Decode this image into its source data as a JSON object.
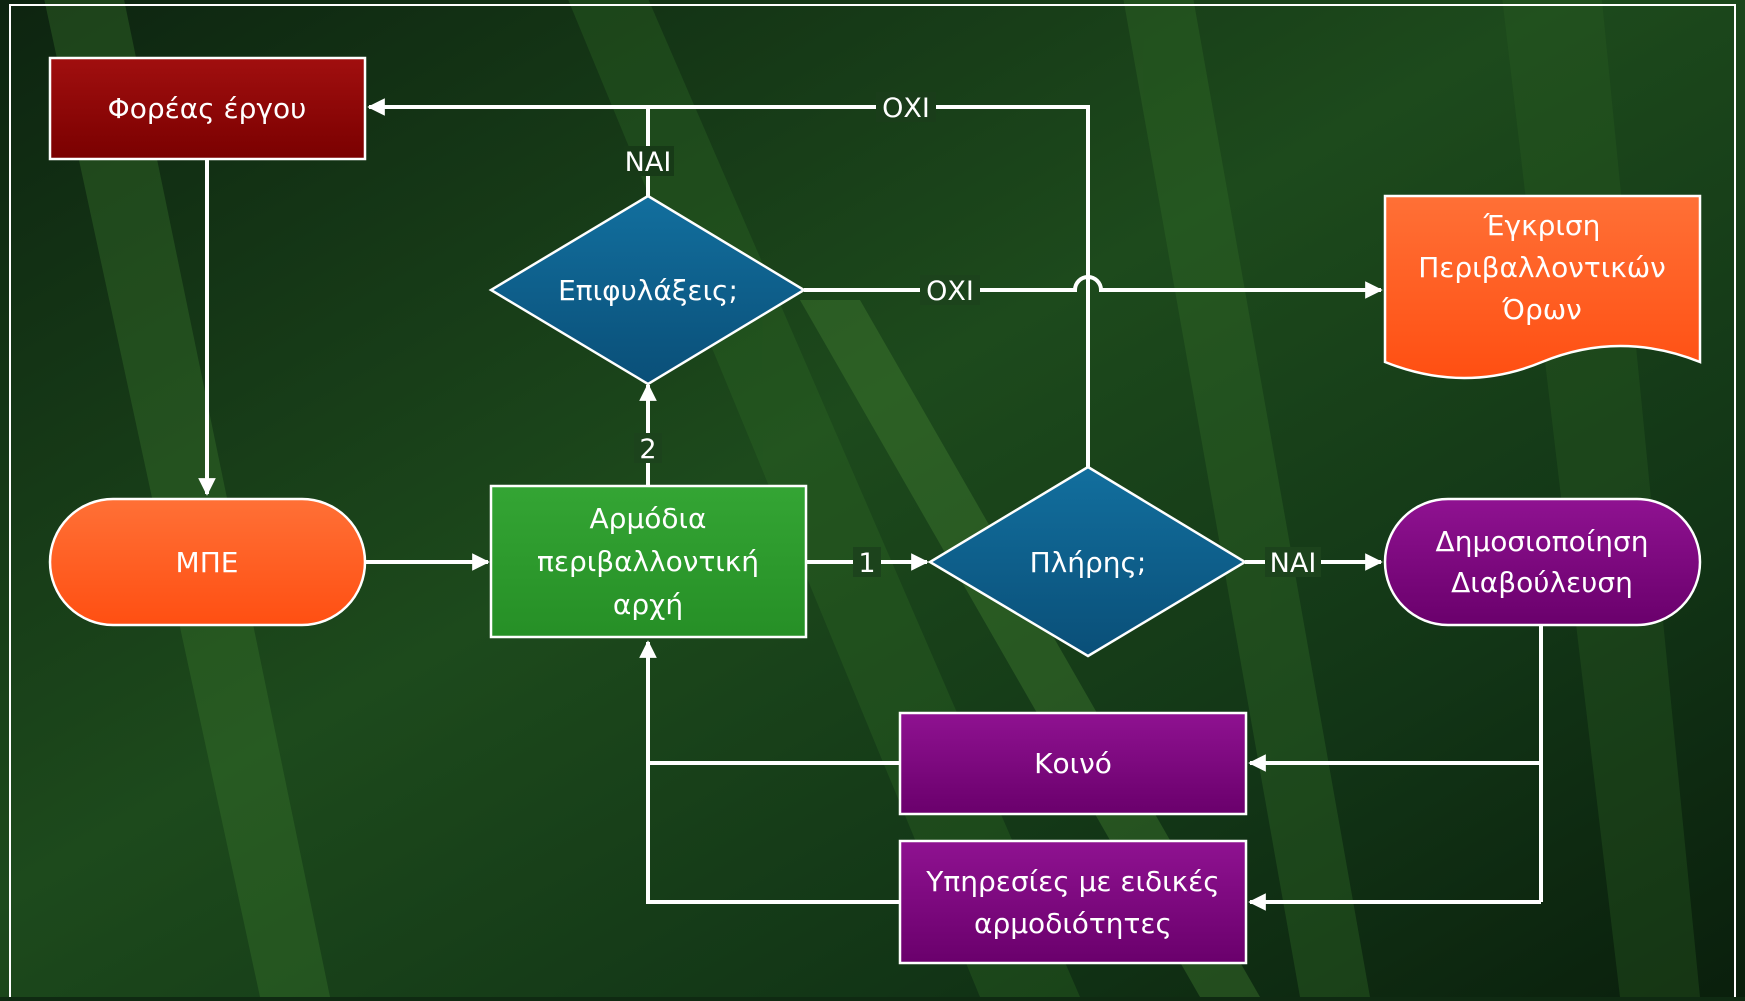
{
  "nodes": {
    "foreas": {
      "label": "Φορέας έργου",
      "color": "#8B0000"
    },
    "mpe": {
      "label": "ΜΠΕ",
      "color": "#FF5A1F"
    },
    "armodia": {
      "lines": [
        "Αρμόδια",
        "περιβαλλοντική",
        "αρχή"
      ],
      "color": "#2E9B2E"
    },
    "epifylaxeis": {
      "label": "Επιφυλάξεις;",
      "color": "#0B5E8C"
    },
    "plires": {
      "label": "Πλήρης;",
      "color": "#0B5E8C"
    },
    "egkrisi": {
      "lines": [
        "Έγκριση",
        "Περιβαλλοντικών",
        "Όρων"
      ],
      "color": "#FF5A1F"
    },
    "dimosiopoiisi": {
      "lines": [
        "Δημοσιοποίηση",
        "Διαβούλευση"
      ],
      "color": "#800080"
    },
    "koino": {
      "label": "Κοινό",
      "color": "#800080"
    },
    "ypiresies": {
      "lines": [
        "Υπηρεσίες με ειδικές",
        "αρμοδιότητες"
      ],
      "color": "#800080"
    }
  },
  "edge_labels": {
    "oxi_top": "ΟΧΙ",
    "nai_top": "ΝΑΙ",
    "oxi_mid": "ΟΧΙ",
    "step_2": "2",
    "step_1": "1",
    "nai_right": "ΝΑΙ"
  }
}
